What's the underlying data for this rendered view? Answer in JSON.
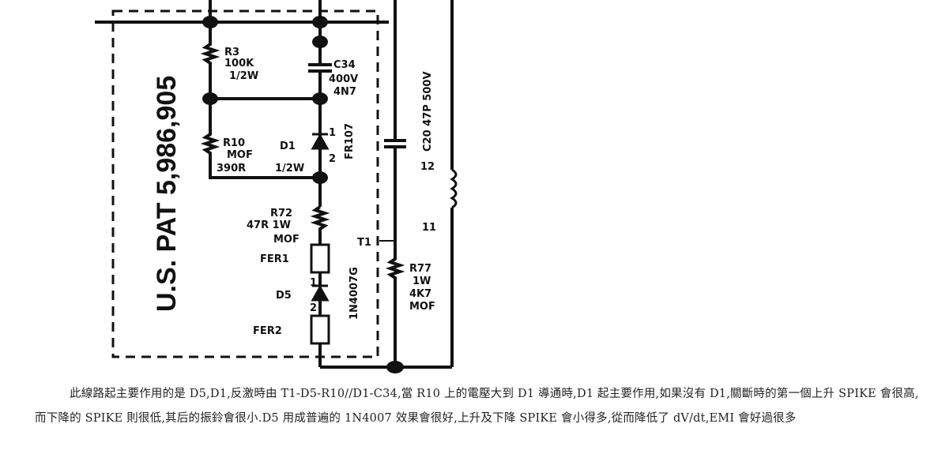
{
  "diagram": {
    "patent": "U.S. PAT 5,986,905",
    "r3": {
      "name": "R3",
      "value": "100K",
      "rating": "1/2W"
    },
    "c34": {
      "name": "C34",
      "voltage": "400V",
      "value": "4N7"
    },
    "r10": {
      "name": "R10",
      "type": "MOF",
      "value": "390R",
      "rating": "1/2W"
    },
    "d1": {
      "name": "D1",
      "part": "FR107",
      "pin1": "1",
      "pin2": "2"
    },
    "c20": {
      "label": "C20  47P  500V"
    },
    "pin12": "12",
    "pin11": "11",
    "r72": {
      "name": "R72",
      "value": "47R 1W",
      "type": "MOF"
    },
    "fer1": "FER1",
    "fer2": "FER2",
    "d5": {
      "name": "D5",
      "part": "1N4007G",
      "pin1": "1",
      "pin2": "2"
    },
    "t1": "T1",
    "r77": {
      "name": "R77",
      "rating": "1W",
      "value": "4K7",
      "type": "MOF"
    }
  },
  "paragraph": "此線路起主要作用的是 D5,D1,反激時由 T1-D5-R10//D1-C34,當 R10 上的電壓大到 D1 導通時,D1 起主要作用,如果沒有 D1,關斷時的第一個上升 SPIKE 會很高,而下降的 SPIKE 則很低,其后的振鈴會很小.D5 用成普遍的 1N4007 效果會很好,上升及下降 SPIKE 會小得多,從而降低了 dV/dt,EMI 會好過很多"
}
